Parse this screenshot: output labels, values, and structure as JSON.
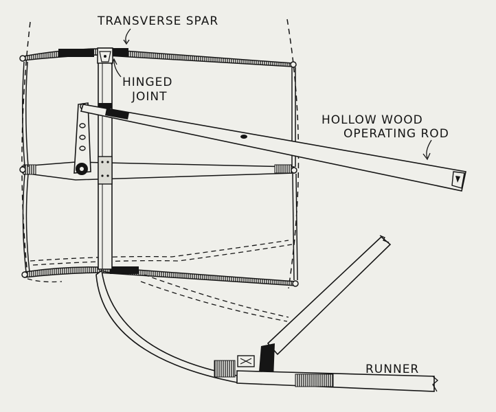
{
  "figure": {
    "background": "#efefea",
    "ink": "#151515",
    "labels": {
      "transverse_spar": "TRANSVERSE SPAR",
      "hinged_joint_line1": "HINGED",
      "hinged_joint_line2": "JOINT",
      "operating_rod_line1": "HOLLOW WOOD",
      "operating_rod_line2": "OPERATING ROD",
      "runner": "RUNNER"
    }
  }
}
